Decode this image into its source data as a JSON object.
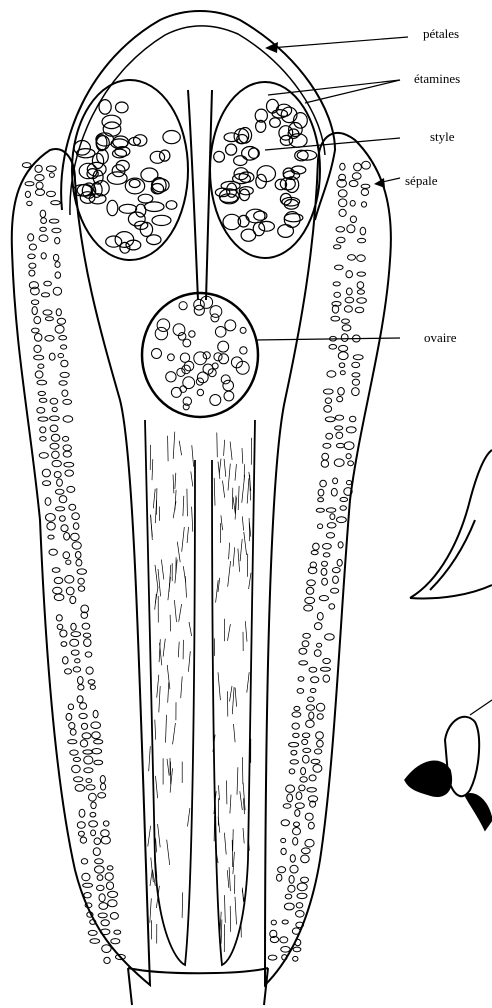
{
  "labels": {
    "petales": "pétales",
    "etamines": "étamines",
    "style": "style",
    "sepale": "sépale",
    "ovaire": "ovaire"
  },
  "colors": {
    "ink": "#000000",
    "paper": "#ffffff"
  }
}
